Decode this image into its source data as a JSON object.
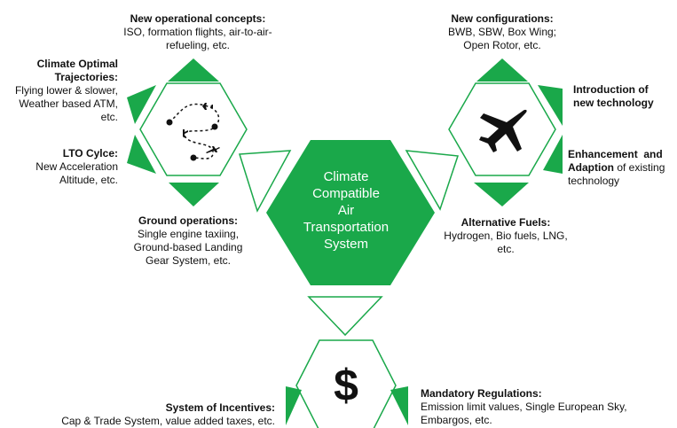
{
  "center": {
    "lines": [
      "Climate",
      "Compatible",
      "Air",
      "Transportation",
      "System"
    ]
  },
  "labels": {
    "new_operational_concepts": {
      "title": "New operational concepts:",
      "lines": [
        "ISO, formation flights, air-to-air-",
        "refueling, etc."
      ]
    },
    "climate_optimal_trajectories": {
      "title_lines": [
        "Climate Optimal",
        "Trajectories:"
      ],
      "lines": [
        "Flying lower & slower,",
        "Weather based ATM,",
        "etc."
      ]
    },
    "lto_cycle": {
      "title": "LTO Cylce:",
      "lines": [
        "New Acceleration",
        "Altitude, etc."
      ]
    },
    "ground_operations": {
      "title": "Ground operations:",
      "lines": [
        "Single engine taxiing,",
        "Ground-based Landing",
        "Gear System, etc."
      ]
    },
    "new_configurations": {
      "title": "New configurations:",
      "lines": [
        "BWB, SBW, Box Wing;",
        "Open Rotor, etc."
      ]
    },
    "introduction_new_technology": {
      "title_lines": [
        "Introduction of",
        "new technology"
      ]
    },
    "enhancement_adaption": {
      "title_line1": "Enhancement  and",
      "title_line2_bold": "Adaption",
      "line2_rest": " of existing",
      "line3": "technology"
    },
    "alternative_fuels": {
      "title": "Alternative Fuels:",
      "lines": [
        "Hydrogen, Bio fuels, LNG,",
        "etc."
      ]
    },
    "system_of_incentives": {
      "title": "System of Incentives:",
      "lines": [
        "Cap & Trade System, value added taxes, etc."
      ]
    },
    "mandatory_regulations": {
      "title": "Mandatory Regulations:",
      "lines": [
        "Emission limit values, Single European Sky,",
        "Embargos, etc."
      ]
    }
  },
  "icons": {
    "left": "flight-path-icon",
    "right": "airplane-icon",
    "bottom": "dollar-icon",
    "dollar_glyph": "$"
  },
  "colors": {
    "green": "#1aa84a",
    "outline": "#1aa84a",
    "text": "#111111",
    "center_text": "#ffffff"
  }
}
